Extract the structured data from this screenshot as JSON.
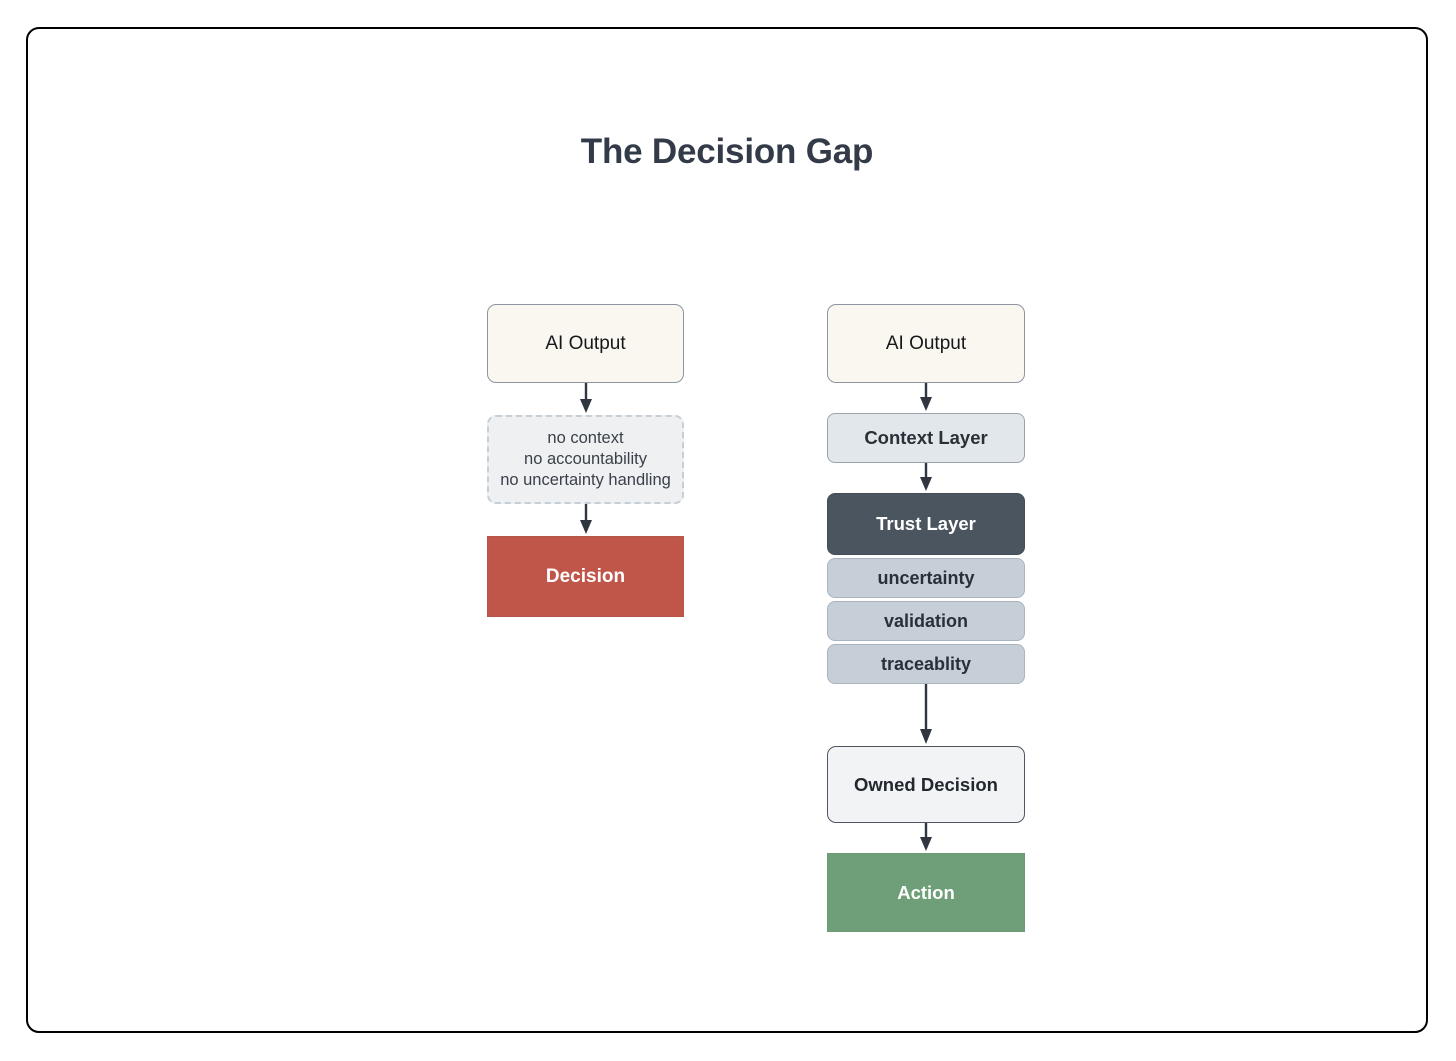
{
  "diagram": {
    "title": "The Decision Gap",
    "title_color": "#333b48",
    "frame_border_color": "#000000",
    "background": "#ffffff",
    "arrow_color": "#2f3640",
    "columns": [
      {
        "id": "without-trust-layer",
        "nodes": [
          {
            "id": "ai-output-left",
            "label": "AI Output",
            "fill": "#faf6f0",
            "border": "#8d95a1",
            "text_color": "#17181a",
            "shape": "rounded"
          },
          {
            "id": "gap-list",
            "lines": [
              "no context",
              "no accountability",
              "no uncertainty handling"
            ],
            "fill": "#eef0f2",
            "border": "#c6ced6",
            "text_color": "#3b4149",
            "shape": "rounded-dashed"
          },
          {
            "id": "decision",
            "label": "Decision",
            "fill": "#c0564a",
            "border": "#b6554a",
            "text_color": "#ffffff",
            "shape": "rect"
          }
        ]
      },
      {
        "id": "with-trust-layer",
        "nodes": [
          {
            "id": "ai-output-right",
            "label": "AI Output",
            "fill": "#faf6f0",
            "border": "#8d95a1",
            "text_color": "#17181a",
            "shape": "rounded"
          },
          {
            "id": "context-layer",
            "label": "Context Layer",
            "fill": "#e2e7ec",
            "border": "#9aa3ad",
            "text_color": "#2a3038",
            "shape": "rounded"
          },
          {
            "id": "trust-layer",
            "label": "Trust Layer",
            "fill": "#4a5560",
            "border": "#434d57",
            "text_color": "#ffffff",
            "shape": "rounded",
            "children": [
              {
                "id": "uncertainty",
                "label": "uncertainty",
                "fill": "#c6cfd8",
                "border": "#aab4bf",
                "text_color": "#2a3038"
              },
              {
                "id": "validation",
                "label": "validation",
                "fill": "#c6cfd8",
                "border": "#aab4bf",
                "text_color": "#2a3038"
              },
              {
                "id": "traceablity",
                "label": "traceablity",
                "fill": "#c6cfd8",
                "border": "#aab4bf",
                "text_color": "#2a3038"
              }
            ]
          },
          {
            "id": "owned-decision",
            "label": "Owned Decision",
            "fill": "#f1f3f4",
            "border": "#4d5662",
            "text_color": "#23282f",
            "shape": "rounded"
          },
          {
            "id": "action",
            "label": "Action",
            "fill": "#6f9f78",
            "border": "#6b9a74",
            "text_color": "#ffffff",
            "shape": "rect"
          }
        ]
      }
    ],
    "edges": [
      {
        "id": "edge-left-1",
        "from": "ai-output-left",
        "to": "gap-list"
      },
      {
        "id": "edge-left-2",
        "from": "gap-list",
        "to": "decision"
      },
      {
        "id": "edge-right-1",
        "from": "ai-output-right",
        "to": "context-layer"
      },
      {
        "id": "edge-right-2",
        "from": "context-layer",
        "to": "trust-layer"
      },
      {
        "id": "edge-right-3",
        "from": "traceablity",
        "to": "owned-decision"
      },
      {
        "id": "edge-right-4",
        "from": "owned-decision",
        "to": "action"
      }
    ]
  }
}
